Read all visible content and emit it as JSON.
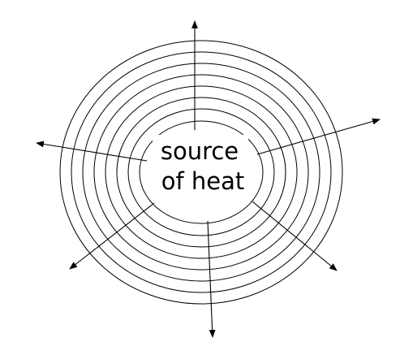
{
  "diagram": {
    "label_line1": "source",
    "label_line2": "of heat",
    "stroke_color": "#000000",
    "background_color": "#ffffff",
    "ring_count": 8,
    "arrow_count": 6
  }
}
